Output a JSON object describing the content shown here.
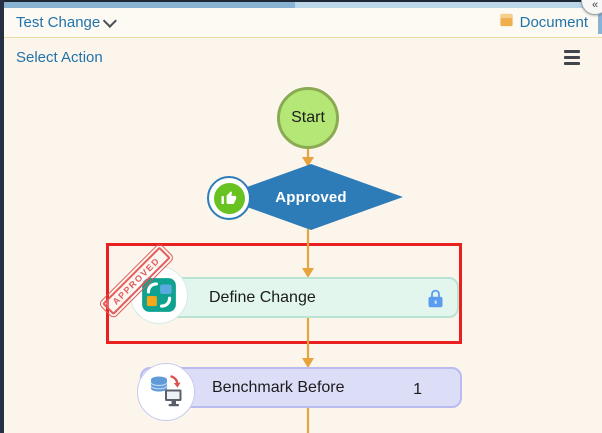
{
  "header": {
    "title": "Test Change",
    "document": "Document"
  },
  "actions": {
    "select_action": "Select Action"
  },
  "misc": {
    "collapse_glyph": "«"
  },
  "workflow": {
    "nodes": [
      {
        "id": "start",
        "type": "start-circle",
        "label": "Start"
      },
      {
        "id": "approved",
        "type": "decision-diamond",
        "label": "Approved",
        "icon": "thumbs-up-icon"
      },
      {
        "id": "define-change",
        "type": "task",
        "label": "Define Change",
        "icon": "change-icon",
        "stamp": "APPROVED",
        "locked": true,
        "highlighted": true
      },
      {
        "id": "benchmark-before",
        "type": "task",
        "label": "Benchmark Before",
        "icon": "benchmark-icon",
        "count": "1"
      }
    ]
  },
  "colors": {
    "panel_background": "#fbf5ec",
    "header_background": "#fdfaf4",
    "header_divider": "#ecdca8",
    "link_blue": "#2273aa",
    "start_fill": "#b5e776",
    "start_border": "#8aab52",
    "diamond_blue": "#2d7cb8",
    "approve_green": "#68c21f",
    "arrow_orange": "#e7a33c",
    "highlight_red": "#e8201f",
    "stamp_red": "#e15555",
    "define_box_fill": "#e2f6ee",
    "define_box_border": "#b9e3d3",
    "benchmark_box_fill": "#dcddf7",
    "benchmark_box_border": "#babcf0",
    "lock_blue": "#5b9bf0",
    "scrollbar_blue": "#8ab2d2",
    "side_strip_dark": "#273043"
  }
}
